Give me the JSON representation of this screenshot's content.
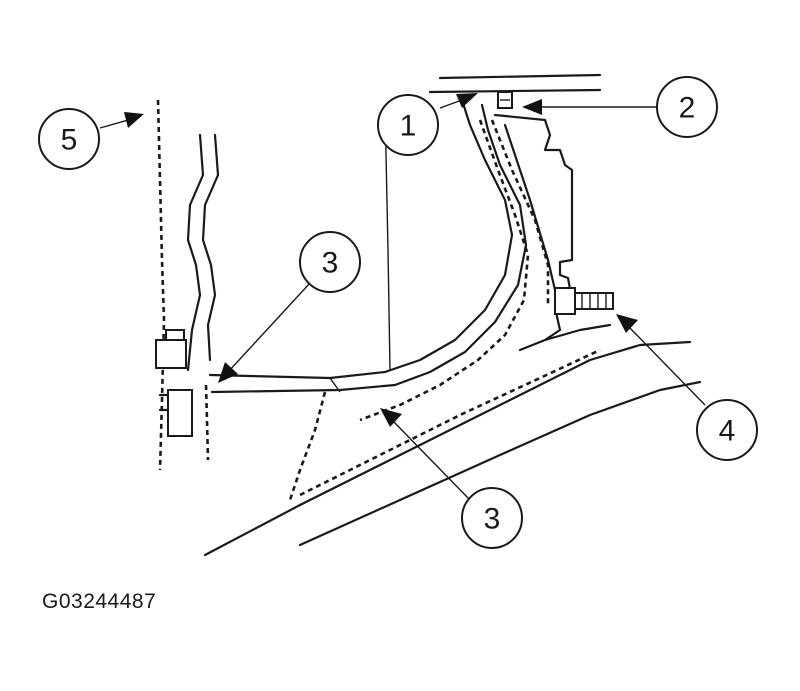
{
  "figure_id": "G03244487",
  "callouts": [
    {
      "label": "1"
    },
    {
      "label": "2"
    },
    {
      "label": "3"
    },
    {
      "label": "3"
    },
    {
      "label": "4"
    },
    {
      "label": "5"
    }
  ],
  "colors": {
    "ink": "#1a1a1a",
    "background": "#ffffff"
  }
}
